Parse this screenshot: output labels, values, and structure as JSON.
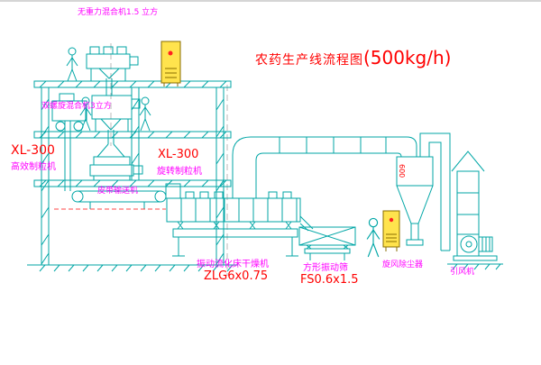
{
  "title": {
    "name": "农药生产线流程图",
    "capacity": "(500kg/h)"
  },
  "labels": {
    "top_mixer": "无重力混合机1.5 立方",
    "spiral_mixer": "双螺旋混合机3立方",
    "granulator_left_model": "XL-300",
    "granulator_left_name": "高效制粒机",
    "granulator_center_model": "XL-300",
    "granulator_center_name": "旋转制粒机",
    "belt_conveyor": "皮带输送机",
    "dryer_name": "振动流化床干燥机",
    "dryer_model": "ZLG6x0.75",
    "sieve_name": "方形振动筛",
    "sieve_model": "FS0.6x1.5",
    "cyclone_name": "旋风除尘器",
    "cyclone_dim": "600",
    "fan_name": "引风机"
  },
  "colors": {
    "line": "#00a6a6",
    "label": "#ff00ff",
    "model": "#ff0000",
    "cabinet_fill": "#ffe34d",
    "cabinet_stroke": "#8a6d00"
  }
}
